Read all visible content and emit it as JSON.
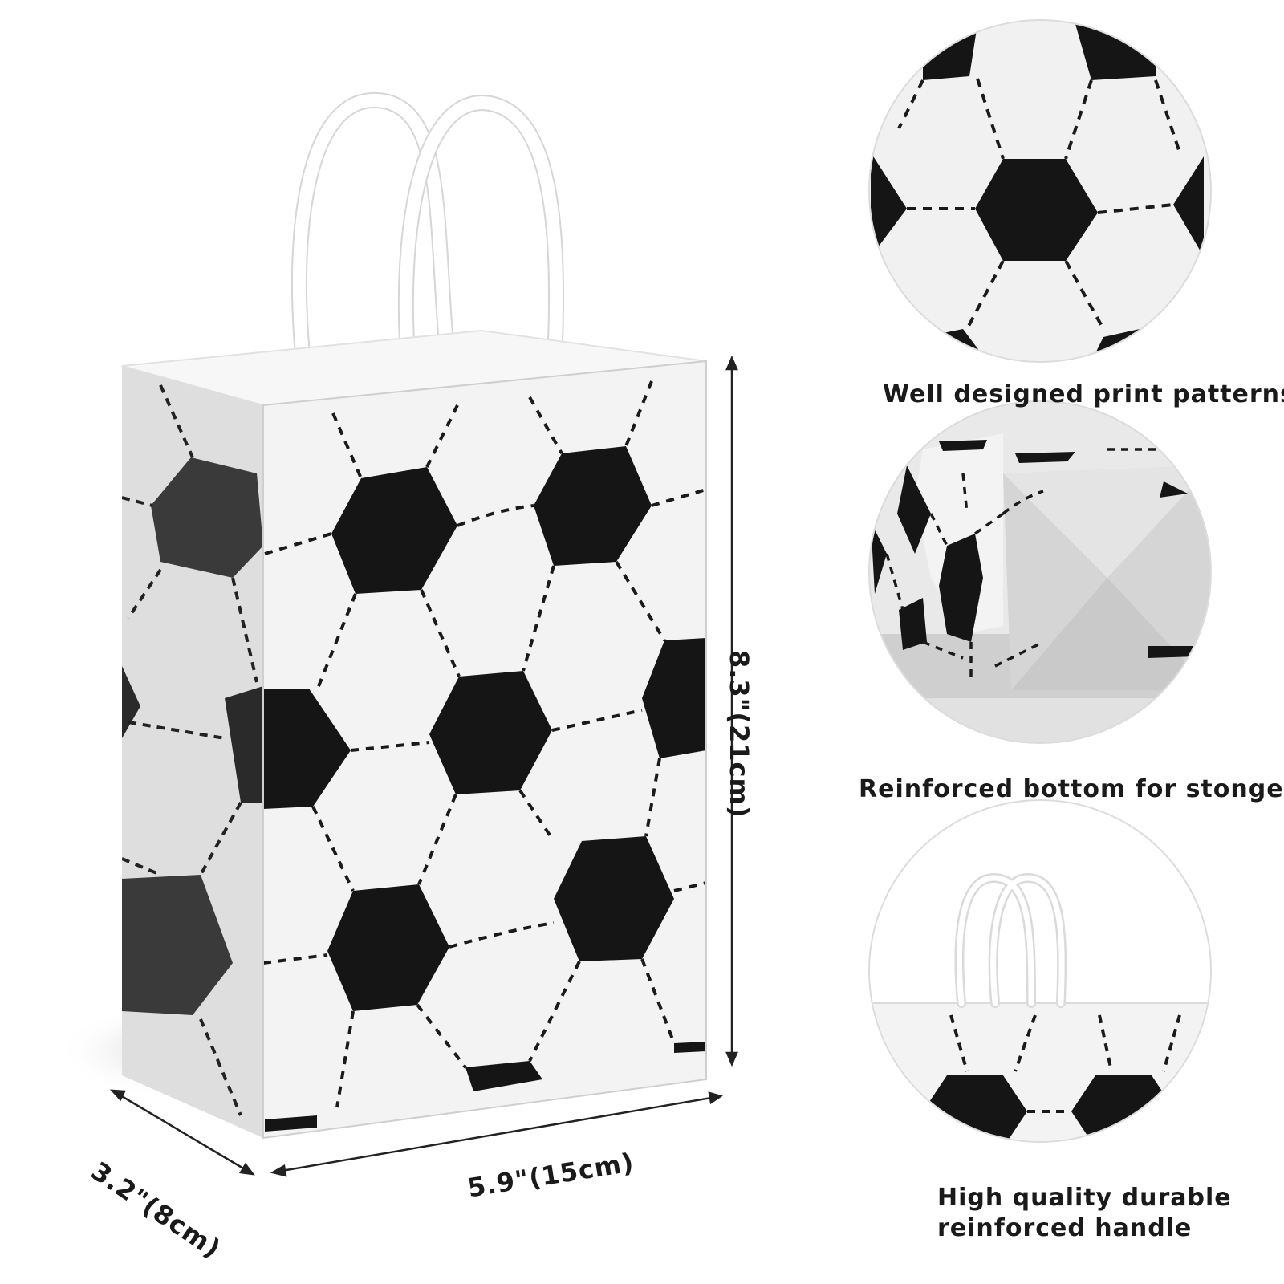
{
  "product": {
    "features": [
      {
        "label": "Well designed print patterns"
      },
      {
        "label": "Reinforced bottom for stonger"
      },
      {
        "label_line1": "High quality durable",
        "label_line2": "reinforced handle"
      }
    ],
    "dimensions": {
      "height": "8.3\"(21cm)",
      "width": "5.9\"(15cm)",
      "depth": "3.2\"(8cm)"
    }
  },
  "colors": {
    "pattern_black": "#151515",
    "bag_white": "#f2f2f2",
    "bag_side": "#d9d9d9",
    "circle_border": "#dddddd"
  }
}
